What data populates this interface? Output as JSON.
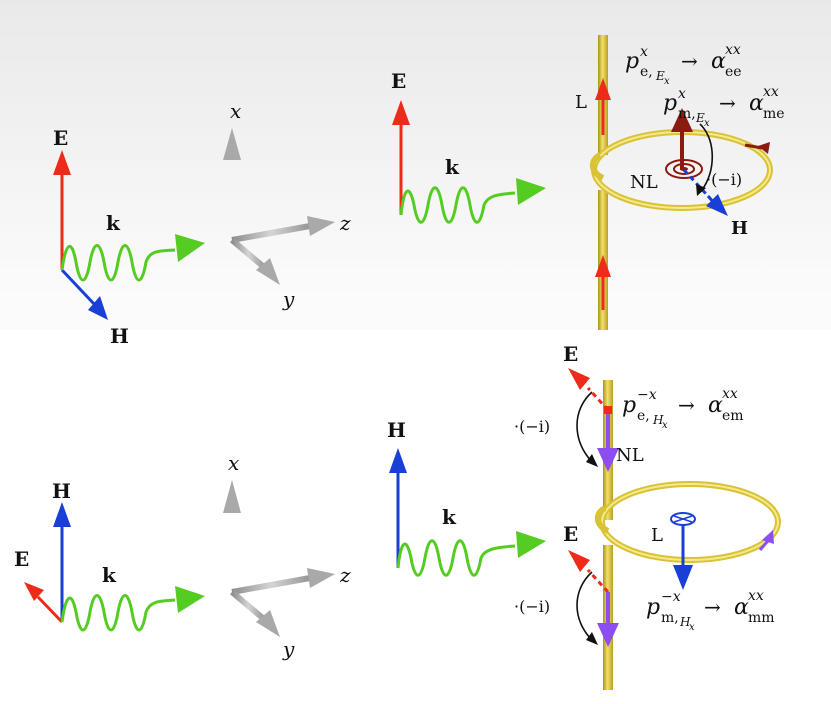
{
  "colors": {
    "electric": "#ee2a1a",
    "magnetic": "#1a3fd6",
    "wave": "#55cc22",
    "axis": "#a9a9a9",
    "wire": "#d8c235",
    "dark_red": "#8b1a10",
    "purple": "#8c4ef0",
    "arc": "#111111"
  },
  "top_row": {
    "left_triad": {
      "e_label": "E",
      "h_label": "H",
      "k_label": "k"
    },
    "axes": {
      "x_label": "x",
      "y_label": "y",
      "z_label": "z"
    },
    "incident": {
      "e_label": "E",
      "k_label": "k"
    },
    "particle": {
      "loop_label": "NL",
      "wire_label": "L",
      "h_label": "H",
      "phase_factor": "·(−i)",
      "electric_moment": {
        "p": "p",
        "sup": "x",
        "sub": "e,",
        "subsub": "E",
        "subsubsub": "x",
        "arrow": "→",
        "alpha": "α",
        "alpha_sup": "xx",
        "alpha_sub": "ee"
      },
      "magnetic_moment": {
        "p": "p",
        "sup": "x",
        "sub": "m,",
        "subsub": "E",
        "subsubsub": "x",
        "arrow": "→",
        "alpha": "α",
        "alpha_sup": "xx",
        "alpha_sub": "me"
      }
    }
  },
  "bottom_row": {
    "left_triad": {
      "e_label": "E",
      "h_label": "H",
      "k_label": "k"
    },
    "axes": {
      "x_label": "x",
      "y_label": "y",
      "z_label": "z"
    },
    "incident": {
      "h_label": "H",
      "k_label": "k"
    },
    "particle": {
      "upper_e_label": "E",
      "lower_e_label": "E",
      "upper_phase": "·(−i)",
      "lower_phase": "·(−i)",
      "nl_label": "NL",
      "l_label": "L",
      "electric_moment": {
        "p": "p",
        "sup": "−x",
        "sub": "e,",
        "subsub": "H",
        "subsubsub": "x",
        "arrow": "→",
        "alpha": "α",
        "alpha_sup": "xx",
        "alpha_sub": "em"
      },
      "magnetic_moment": {
        "p": "p",
        "sup": "−x",
        "sub": "m,",
        "subsub": "H",
        "subsubsub": "x",
        "arrow": "→",
        "alpha": "α",
        "alpha_sup": "xx",
        "alpha_sub": "mm"
      }
    }
  }
}
